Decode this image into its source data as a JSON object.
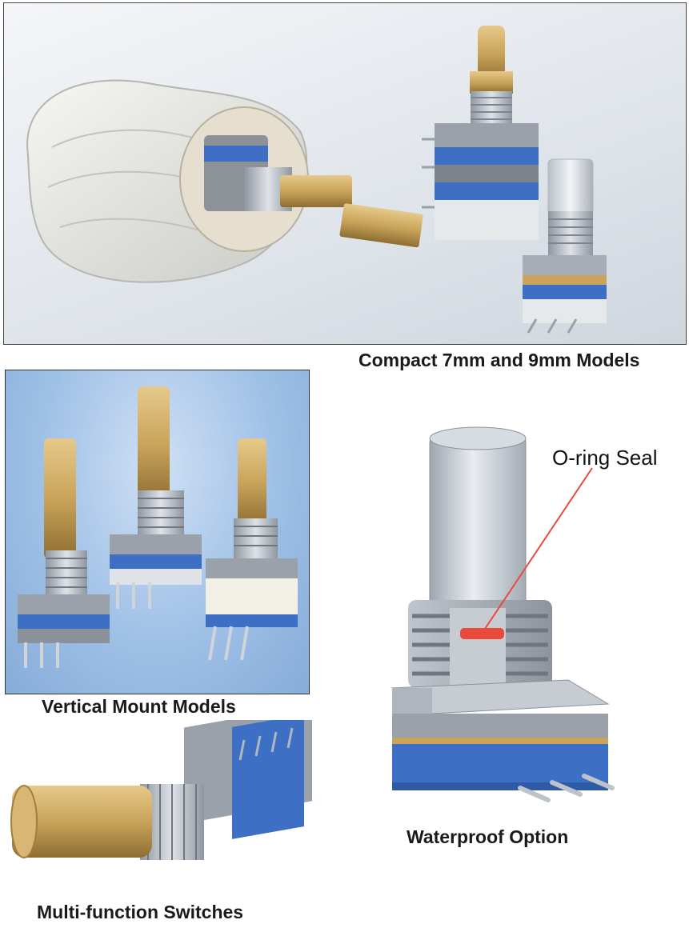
{
  "captions": {
    "compact": "Compact 7mm and 9mm Models",
    "vertical": "Vertical Mount Models",
    "waterproof": "Waterproof Option",
    "multifunction": "Multi-function Switches"
  },
  "callouts": {
    "oring": "O-ring Seal"
  },
  "colors": {
    "brass": "#c9a45a",
    "blue_body": "#3d6fc4",
    "steel": "#b7bec7",
    "seal_red": "#e84a3c"
  }
}
